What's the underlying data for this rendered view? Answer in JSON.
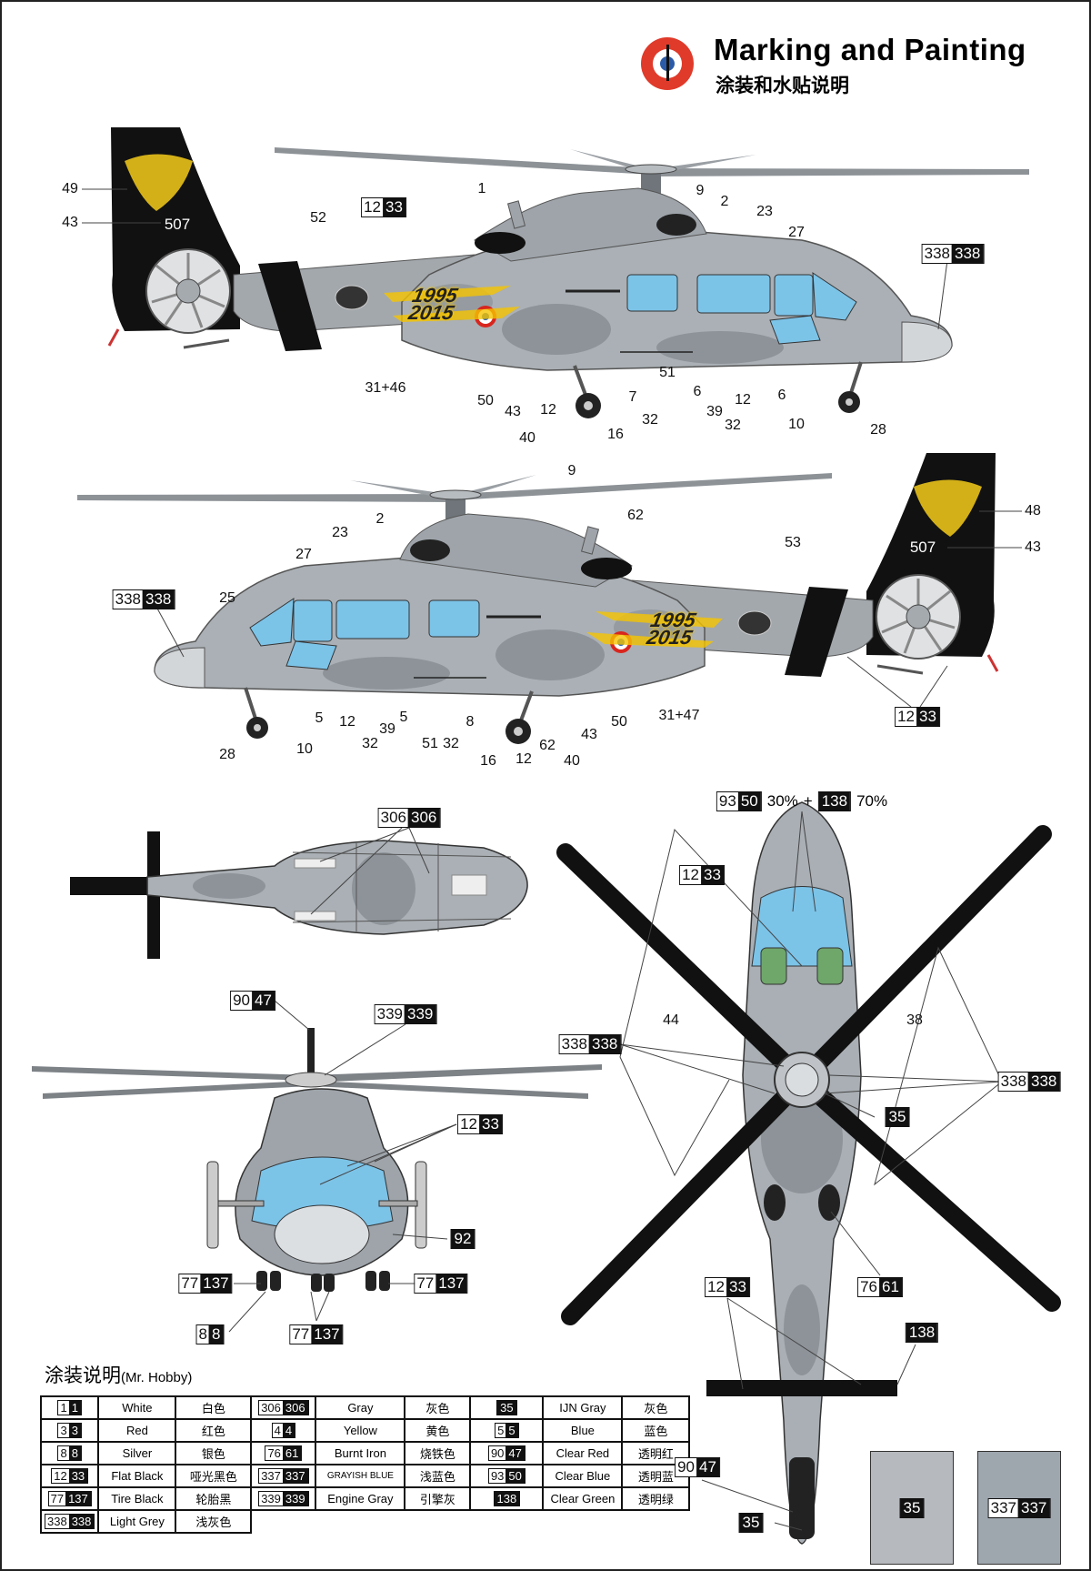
{
  "header": {
    "title": "Marking and Painting",
    "subtitle": "涂装和水贴说明",
    "logo": "anchor-roundel",
    "logo_colors": {
      "ring": "#e03a2a",
      "center": "#2b5ba8"
    }
  },
  "side_left": {
    "tail_number": "507",
    "decal_years": [
      "1995",
      "2015"
    ],
    "labels": [
      "49",
      "43",
      "52",
      "1",
      "9",
      "2",
      "23",
      "27",
      "31+46",
      "50",
      "43",
      "12",
      "40",
      "16",
      "7",
      "32",
      "51",
      "6",
      "39",
      "12",
      "32",
      "6",
      "10",
      "28"
    ],
    "badges": [
      {
        "white": "12",
        "black": "33"
      },
      {
        "white": "338",
        "black": "338"
      }
    ]
  },
  "side_right": {
    "tail_number": "507",
    "decal_years": [
      "1995",
      "2015"
    ],
    "labels": [
      "9",
      "2",
      "62",
      "23",
      "27",
      "53",
      "25",
      "48",
      "43",
      "31+47",
      "50",
      "43",
      "40",
      "62",
      "12",
      "16",
      "32",
      "51",
      "8",
      "5",
      "39",
      "32",
      "12",
      "5",
      "10",
      "28"
    ],
    "badges": [
      {
        "white": "338",
        "black": "338"
      },
      {
        "white": "12",
        "black": "33"
      }
    ]
  },
  "bottom": {
    "badges": [
      {
        "white": "306",
        "black": "306"
      }
    ]
  },
  "front": {
    "badges": [
      {
        "white": "90",
        "black": "47"
      },
      {
        "white": "339",
        "black": "339"
      },
      {
        "white": "12",
        "black": "33"
      },
      {
        "black": "92"
      },
      {
        "white": "77",
        "black": "137"
      },
      {
        "white": "77",
        "black": "137"
      },
      {
        "white": "77",
        "black": "137"
      },
      {
        "white": "8",
        "black": "8"
      }
    ]
  },
  "top": {
    "mix": {
      "badge1": {
        "white": "93",
        "black": "50"
      },
      "pct1": "30%",
      "plus": "+",
      "badge2": {
        "black": "138"
      },
      "pct2": "70%"
    },
    "labels": [
      "44",
      "38"
    ],
    "badges": [
      {
        "white": "12",
        "black": "33"
      },
      {
        "white": "338",
        "black": "338"
      },
      {
        "white": "338",
        "black": "338"
      },
      {
        "black": "35"
      },
      {
        "white": "12",
        "black": "33"
      },
      {
        "white": "76",
        "black": "61"
      },
      {
        "black": "138"
      },
      {
        "white": "90",
        "black": "47"
      },
      {
        "black": "35"
      }
    ]
  },
  "swatches": [
    {
      "badge": {
        "black": "35"
      },
      "color": "#b6b9bd"
    },
    {
      "badge": {
        "white": "337",
        "black": "337"
      },
      "color": "#9ea6ae"
    }
  ],
  "paint_table": {
    "title": "涂装说明",
    "brand": "(Mr. Hobby)",
    "rows": [
      [
        {
          "code": {
            "white": "1",
            "black": "1"
          },
          "en": "White",
          "zh": "白色"
        },
        {
          "code": {
            "white": "306",
            "black": "306"
          },
          "en": "Gray",
          "zh": "灰色"
        },
        {
          "code": {
            "black": "35"
          },
          "en": "IJN Gray",
          "zh": "灰色"
        }
      ],
      [
        {
          "code": {
            "white": "3",
            "black": "3"
          },
          "en": "Red",
          "zh": "红色"
        },
        {
          "code": {
            "white": "4",
            "black": "4"
          },
          "en": "Yellow",
          "zh": "黄色"
        },
        {
          "code": {
            "white": "5",
            "black": "5"
          },
          "en": "Blue",
          "zh": "蓝色"
        }
      ],
      [
        {
          "code": {
            "white": "8",
            "black": "8"
          },
          "en": "Silver",
          "zh": "银色"
        },
        {
          "code": {
            "white": "76",
            "black": "61"
          },
          "en": "Burnt Iron",
          "zh": "烧铁色"
        },
        {
          "code": {
            "white": "90",
            "black": "47"
          },
          "en": "Clear Red",
          "zh": "透明红"
        }
      ],
      [
        {
          "code": {
            "white": "12",
            "black": "33"
          },
          "en": "Flat Black",
          "zh": "哑光黑色"
        },
        {
          "code": {
            "white": "337",
            "black": "337"
          },
          "en": "GRAYISH BLUE",
          "zh": "浅蓝色"
        },
        {
          "code": {
            "white": "93",
            "black": "50"
          },
          "en": "Clear Blue",
          "zh": "透明蓝"
        }
      ],
      [
        {
          "code": {
            "white": "77",
            "black": "137"
          },
          "en": "Tire Black",
          "zh": "轮胎黑"
        },
        {
          "code": {
            "white": "339",
            "black": "339"
          },
          "en": "Engine Gray",
          "zh": "引擎灰"
        },
        {
          "code": {
            "black": "138"
          },
          "en": "Clear Green",
          "zh": "透明绿"
        }
      ],
      [
        {
          "code": {
            "white": "338",
            "black": "338"
          },
          "en": "Light Grey",
          "zh": "浅灰色"
        }
      ]
    ]
  }
}
